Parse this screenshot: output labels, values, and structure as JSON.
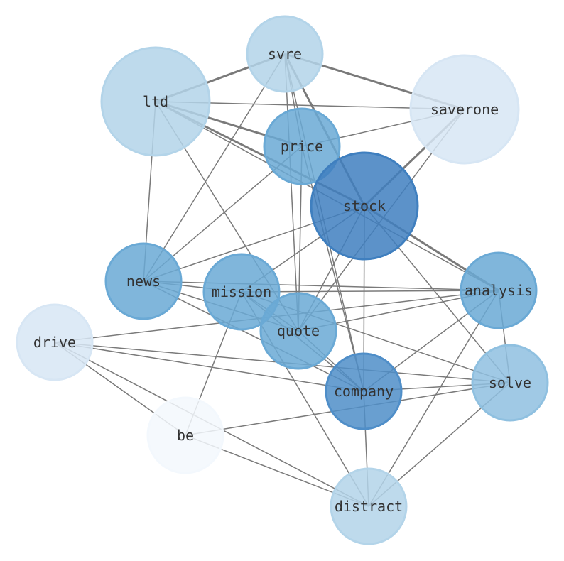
{
  "graph": {
    "nodes": [
      {
        "id": "svre",
        "label": "svre",
        "color": "#b3d4e9"
      },
      {
        "id": "ltd",
        "label": "ltd",
        "color": "#b3d4e9"
      },
      {
        "id": "saverone",
        "label": "saverone",
        "color": "#d7e6f4"
      },
      {
        "id": "price",
        "label": "price",
        "color": "#6aa9d5"
      },
      {
        "id": "stock",
        "label": "stock",
        "color": "#3f7fbf"
      },
      {
        "id": "news",
        "label": "news",
        "color": "#6aa9d5"
      },
      {
        "id": "mission",
        "label": "mission",
        "color": "#6aa9d5"
      },
      {
        "id": "analysis",
        "label": "analysis",
        "color": "#6aa9d5"
      },
      {
        "id": "quote",
        "label": "quote",
        "color": "#6aa9d5"
      },
      {
        "id": "drive",
        "label": "drive",
        "color": "#d7e6f4"
      },
      {
        "id": "company",
        "label": "company",
        "color": "#4f8ec8"
      },
      {
        "id": "solve",
        "label": "solve",
        "color": "#8fc0e0"
      },
      {
        "id": "be",
        "label": "be",
        "color": "#f3f8fd"
      },
      {
        "id": "distract",
        "label": "distract",
        "color": "#b3d4e9"
      }
    ],
    "edges": [
      {
        "source": "svre",
        "target": "ltd",
        "weight": 3
      },
      {
        "source": "svre",
        "target": "saverone",
        "weight": 3
      },
      {
        "source": "svre",
        "target": "stock",
        "weight": 3
      },
      {
        "source": "svre",
        "target": "price",
        "weight": 1.5
      },
      {
        "source": "svre",
        "target": "news",
        "weight": 1.5
      },
      {
        "source": "svre",
        "target": "quote",
        "weight": 1.5
      },
      {
        "source": "svre",
        "target": "company",
        "weight": 1.5
      },
      {
        "source": "ltd",
        "target": "price",
        "weight": 3
      },
      {
        "source": "ltd",
        "target": "stock",
        "weight": 3
      },
      {
        "source": "ltd",
        "target": "saverone",
        "weight": 1.5
      },
      {
        "source": "ltd",
        "target": "analysis",
        "weight": 1.5
      },
      {
        "source": "ltd",
        "target": "news",
        "weight": 1.5
      },
      {
        "source": "ltd",
        "target": "quote",
        "weight": 1.5
      },
      {
        "source": "saverone",
        "target": "price",
        "weight": 1.5
      },
      {
        "source": "saverone",
        "target": "stock",
        "weight": 3
      },
      {
        "source": "saverone",
        "target": "quote",
        "weight": 1.5
      },
      {
        "source": "price",
        "target": "news",
        "weight": 1.5
      },
      {
        "source": "price",
        "target": "quote",
        "weight": 1.5
      },
      {
        "source": "price",
        "target": "company",
        "weight": 1.5
      },
      {
        "source": "stock",
        "target": "news",
        "weight": 1.5
      },
      {
        "source": "stock",
        "target": "analysis",
        "weight": 3
      },
      {
        "source": "stock",
        "target": "quote",
        "weight": 1.5
      },
      {
        "source": "stock",
        "target": "company",
        "weight": 1.5
      },
      {
        "source": "stock",
        "target": "solve",
        "weight": 1.5
      },
      {
        "source": "stock",
        "target": "mission",
        "weight": 1.5
      },
      {
        "source": "news",
        "target": "analysis",
        "weight": 1.5
      },
      {
        "source": "news",
        "target": "mission",
        "weight": 1.5
      },
      {
        "source": "news",
        "target": "quote",
        "weight": 1.5
      },
      {
        "source": "news",
        "target": "company",
        "weight": 1.5
      },
      {
        "source": "mission",
        "target": "analysis",
        "weight": 1.5
      },
      {
        "source": "mission",
        "target": "quote",
        "weight": 1.5
      },
      {
        "source": "mission",
        "target": "company",
        "weight": 1.5
      },
      {
        "source": "mission",
        "target": "solve",
        "weight": 1.5
      },
      {
        "source": "mission",
        "target": "be",
        "weight": 1.5
      },
      {
        "source": "mission",
        "target": "distract",
        "weight": 1.5
      },
      {
        "source": "analysis",
        "target": "quote",
        "weight": 1.5
      },
      {
        "source": "analysis",
        "target": "company",
        "weight": 1.5
      },
      {
        "source": "analysis",
        "target": "solve",
        "weight": 1.5
      },
      {
        "source": "analysis",
        "target": "distract",
        "weight": 1.5
      },
      {
        "source": "analysis",
        "target": "drive",
        "weight": 1.5
      },
      {
        "source": "quote",
        "target": "company",
        "weight": 1.5
      },
      {
        "source": "drive",
        "target": "company",
        "weight": 1.5
      },
      {
        "source": "drive",
        "target": "solve",
        "weight": 1.5
      },
      {
        "source": "drive",
        "target": "distract",
        "weight": 1.5
      },
      {
        "source": "drive",
        "target": "be",
        "weight": 1.5
      },
      {
        "source": "company",
        "target": "solve",
        "weight": 1.5
      },
      {
        "source": "company",
        "target": "distract",
        "weight": 1.5
      },
      {
        "source": "solve",
        "target": "be",
        "weight": 1.5
      },
      {
        "source": "solve",
        "target": "distract",
        "weight": 1.5
      },
      {
        "source": "be",
        "target": "distract",
        "weight": 1.5
      }
    ]
  }
}
